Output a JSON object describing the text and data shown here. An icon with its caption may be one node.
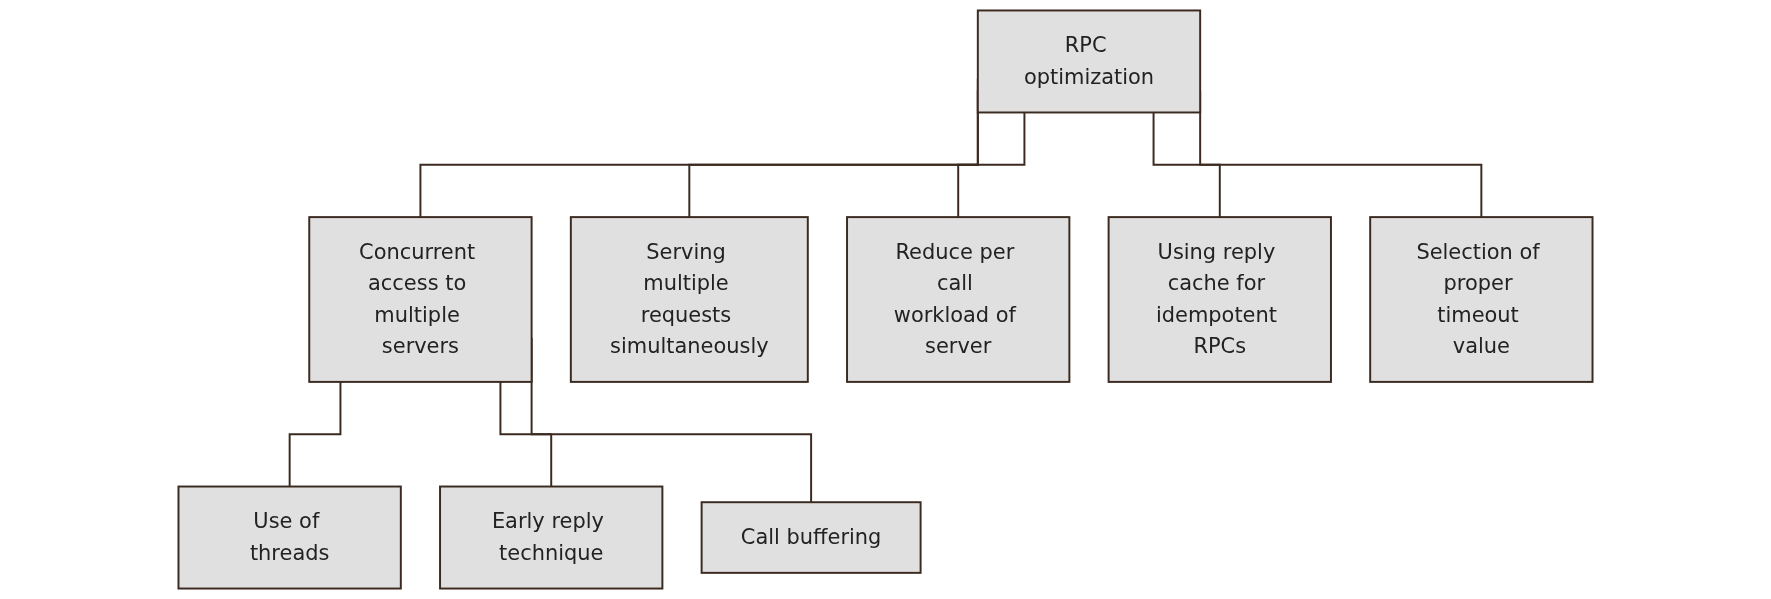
{
  "diagram": {
    "nodes": [
      {
        "text": [
          "RPC optimization"
        ]
      },
      {
        "text": [
          "Concurrent access to multiple servers"
        ]
      },
      {
        "text": [
          "Serving multiple requests simultaneously"
        ]
      },
      {
        "text": [
          "Reduce per call workload of server"
        ]
      },
      {
        "text": [
          "Using reply cache for idempotent RPCs"
        ]
      },
      {
        "text": [
          "Selection of proper timeout value"
        ]
      },
      {
        "text": [
          "Use of threads"
        ]
      },
      {
        "text": [
          "Early reply technique"
        ]
      },
      {
        "text": [
          "Call buffering"
        ]
      }
    ],
    "edges": [
      {
        "from": 0,
        "to": 1,
        "arrow": "none"
      },
      {
        "from": 0,
        "to": 2,
        "arrow": "none"
      },
      {
        "from": 0,
        "to": 3,
        "arrow": "none"
      },
      {
        "from": 0,
        "to": 4,
        "arrow": "none"
      },
      {
        "from": 0,
        "to": 5,
        "arrow": "none"
      },
      {
        "from": 1,
        "to": 6,
        "arrow": "none"
      },
      {
        "from": 1,
        "to": 7,
        "arrow": "none"
      },
      {
        "from": 1,
        "to": 8,
        "arrow": "none"
      }
    ]
  }
}
